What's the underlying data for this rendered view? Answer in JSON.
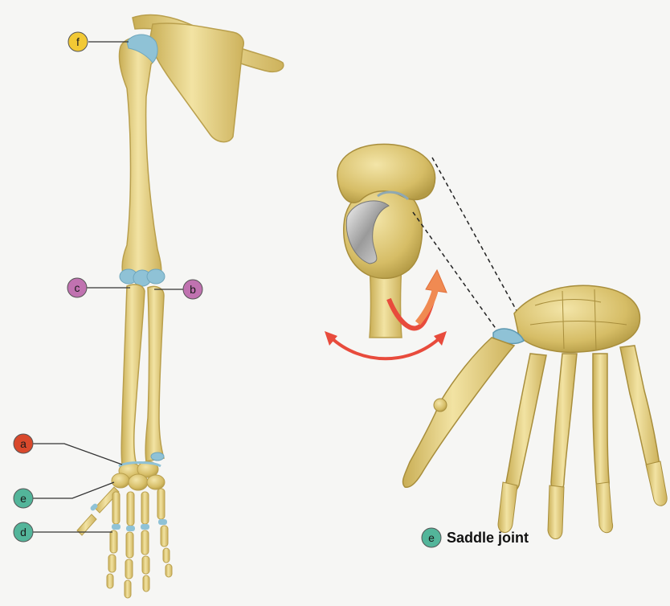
{
  "labels": {
    "a": "a",
    "b": "b",
    "c": "c",
    "d": "d",
    "e_arm": "e",
    "e_caption": "e",
    "f": "f"
  },
  "caption": "Saddle joint",
  "colors": {
    "background": "#f6f6f4",
    "bone": "#e7d38a",
    "bone_shadow": "#c4ab54",
    "cartilage": "#8fc2d6",
    "label_red": "#d9482b",
    "label_purple": "#c072b0",
    "label_teal": "#53b59a",
    "label_yellow": "#f2c935",
    "arrow_red": "#e84b3c",
    "arrow_orange": "#f08a52"
  }
}
